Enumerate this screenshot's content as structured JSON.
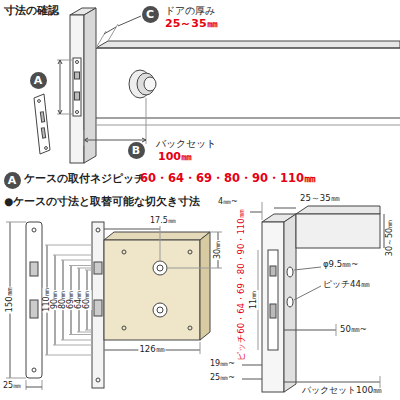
{
  "diagram": {
    "title": "寸法の確認",
    "nodes": [
      {
        "text": [
          "C"
        ]
      },
      {
        "text": [
          "A"
        ]
      },
      {
        "text": [
          "B"
        ]
      },
      {
        "text": [
          "A"
        ]
      }
    ],
    "labels": [
      "ドアの厚み",
      "25～35㎜",
      "バックセット",
      "100㎜",
      "ケースの取付ネジピッチ",
      "60・64・69・80・90・110㎜",
      "●ケースの寸法と取替可能な切欠き寸法",
      "17.5㎜",
      "30㎜",
      "110㎜",
      "90㎜",
      "80㎜",
      "69㎜",
      "64㎜",
      "60㎜",
      "150㎜",
      "25㎜",
      "126㎜",
      "4㎜~",
      "25～35㎜",
      "30～50㎜",
      "ピッチ60・64・69・80・90・110㎜",
      "φ9.5㎜~",
      "ピッチ44㎜",
      "11㎜",
      "50㎜~",
      "19㎜~",
      "25㎜~",
      "バックセット100㎜"
    ]
  }
}
